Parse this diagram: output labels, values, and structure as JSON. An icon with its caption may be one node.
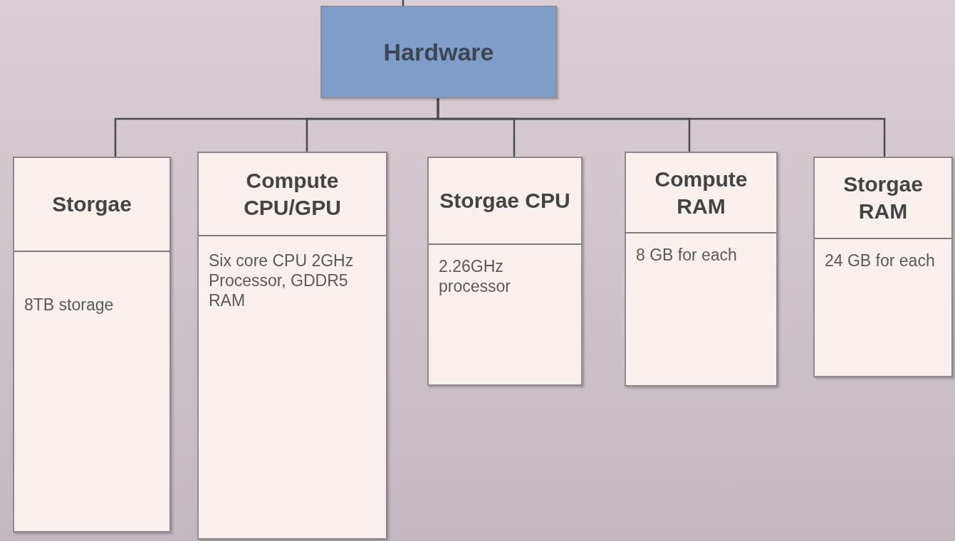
{
  "diagram": {
    "nodes": [
      {
        "text": [
          "Hardware"
        ]
      },
      {
        "text": [
          "Storgae",
          "8TB storage"
        ]
      },
      {
        "text": [
          "Compute CPU/GPU",
          "Six core CPU 2GHz Processor, GDDR5 RAM"
        ]
      },
      {
        "text": [
          "Storgae CPU",
          "2.26GHz processor"
        ]
      },
      {
        "text": [
          "Compute RAM",
          "8 GB for each"
        ]
      },
      {
        "text": [
          "Storgae RAM",
          "24 GB for each"
        ]
      }
    ],
    "edges": [
      {
        "from": null,
        "to": 0,
        "arrow": "none"
      },
      {
        "from": 0,
        "to": 1,
        "arrow": "none"
      },
      {
        "from": 0,
        "to": 2,
        "arrow": "none"
      },
      {
        "from": 0,
        "to": 3,
        "arrow": "none"
      },
      {
        "from": 0,
        "to": 4,
        "arrow": "none"
      },
      {
        "from": 0,
        "to": 5,
        "arrow": "none"
      }
    ]
  }
}
